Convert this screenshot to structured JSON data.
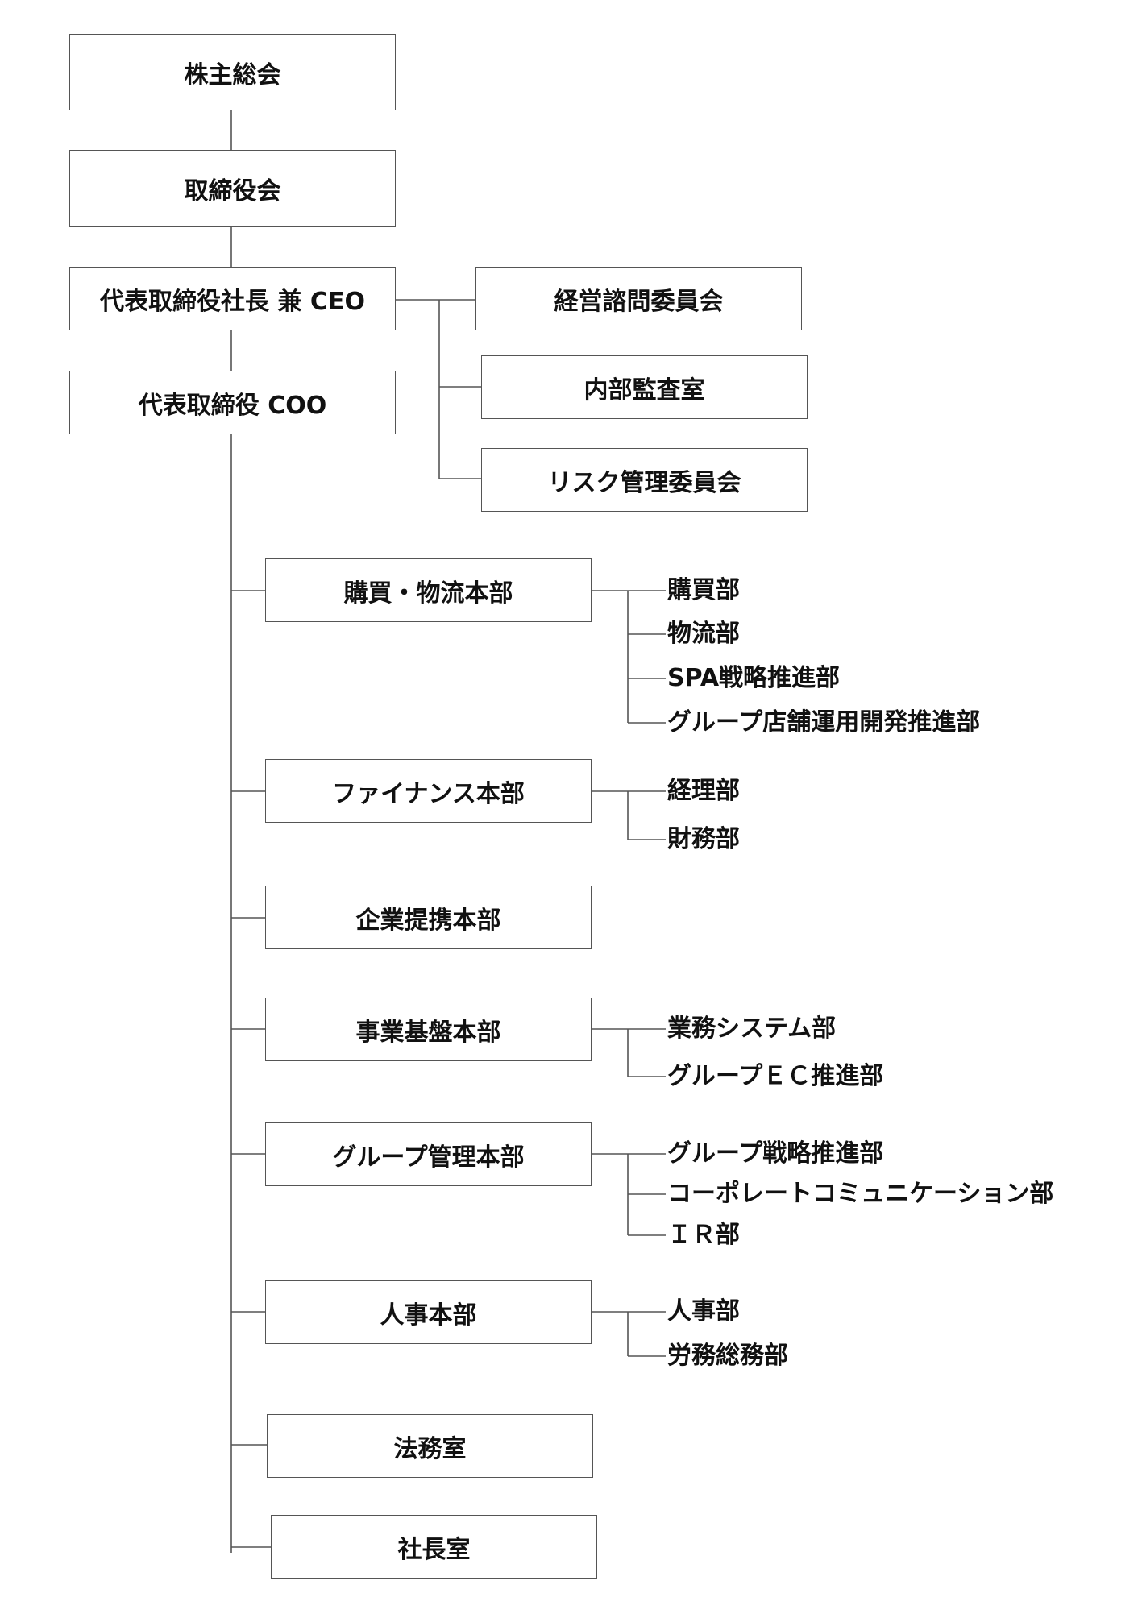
{
  "governance": {
    "shareholders": "株主総会",
    "board": "取締役会",
    "ceo": "代表取締役社長 兼 CEO",
    "coo": "代表取締役 COO"
  },
  "ceo_attached": {
    "advisory": "経営諮問委員会",
    "audit": "内部監査室",
    "risk": "リスク管理委員会"
  },
  "divisions": {
    "purchasing": {
      "name": "購買・物流本部",
      "depts": [
        "購買部",
        "物流部",
        "SPA戦略推進部",
        "グループ店舗運用開発推進部"
      ]
    },
    "finance": {
      "name": "ファイナンス本部",
      "depts": [
        "経理部",
        "財務部"
      ]
    },
    "alliance": {
      "name": "企業提携本部"
    },
    "infrastructure": {
      "name": "事業基盤本部",
      "depts": [
        "業務システム部",
        "グループＥＣ推進部"
      ]
    },
    "group_management": {
      "name": "グループ管理本部",
      "depts": [
        "グループ戦略推進部",
        "コーポレートコミュニケーション部",
        "ＩＲ部"
      ]
    },
    "hr": {
      "name": "人事本部",
      "depts": [
        "人事部",
        "労務総務部"
      ]
    },
    "legal": {
      "name": "法務室"
    },
    "president_office": {
      "name": "社長室"
    }
  }
}
